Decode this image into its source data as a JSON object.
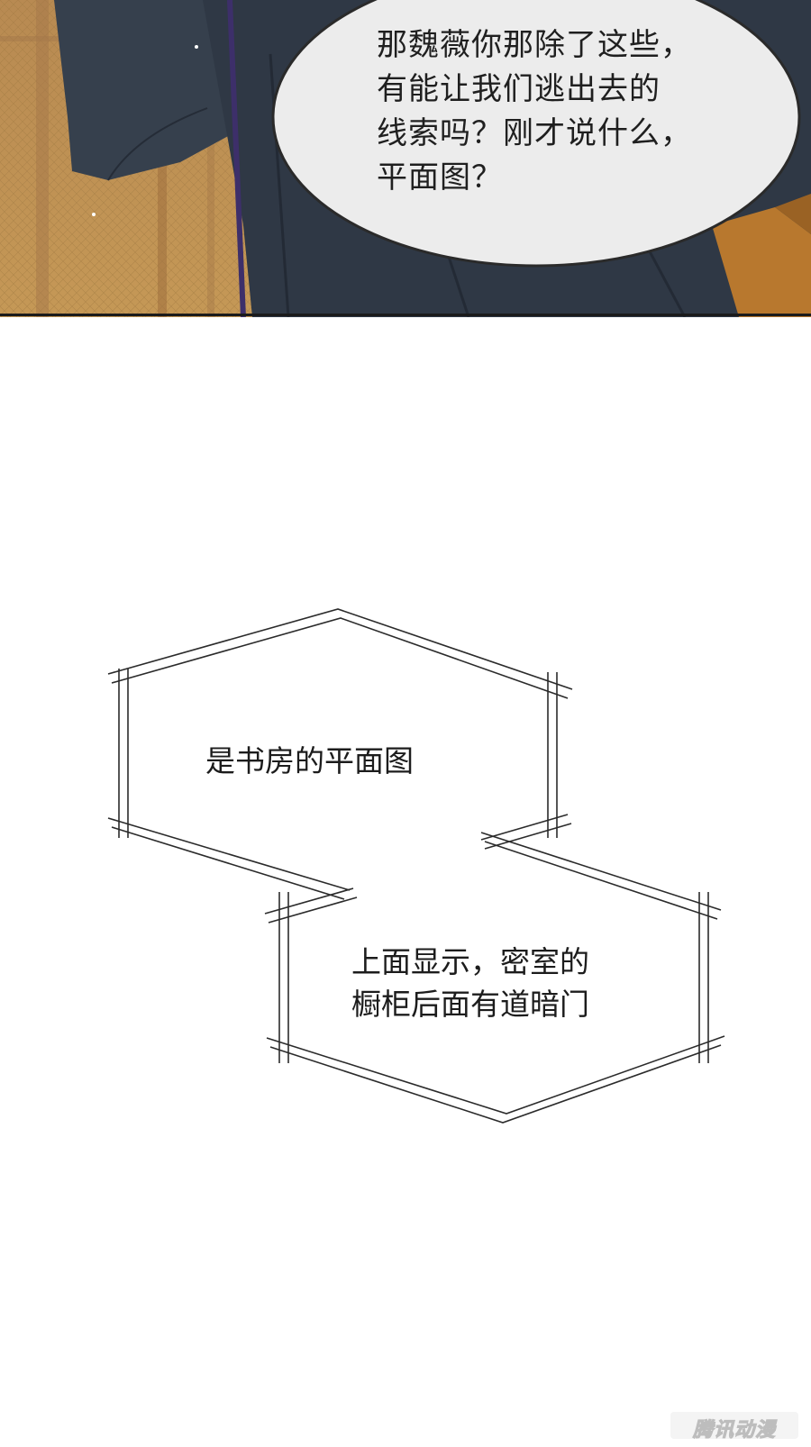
{
  "panel_top": {
    "speech_bubble": {
      "lines": [
        "那魏薇你那除了这些，",
        "有能让我们逃出去的",
        "线索吗？刚才说什么，",
        "平面图？"
      ]
    }
  },
  "captions": [
    {
      "lines": [
        "是书房的平面图"
      ]
    },
    {
      "lines": [
        "上面显示，密室的",
        "橱柜后面有道暗门"
      ]
    }
  ],
  "watermark": {
    "text": "腾讯动漫"
  }
}
